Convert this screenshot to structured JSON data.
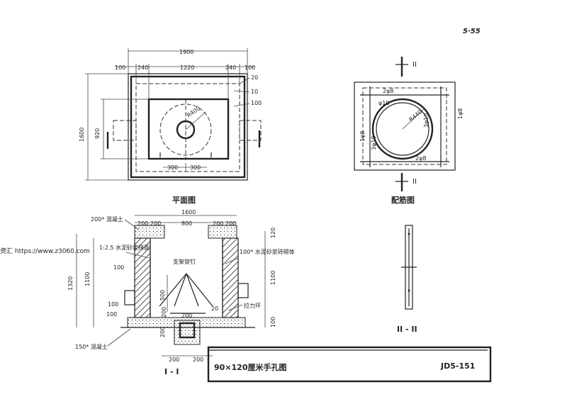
{
  "page_number": "5·55",
  "watermark": "资汇 https://www.z3060.com",
  "title_block": {
    "title": "90×120厘米手孔图",
    "code": "JD5-151"
  },
  "views": {
    "plan": {
      "label": "平面图",
      "dims_top": {
        "total": "1900",
        "a": "100",
        "b": "240",
        "c": "1220",
        "d": "240",
        "e": "100"
      },
      "dims_right": {
        "a": "20",
        "b": "10",
        "c": "100"
      },
      "dims_left": {
        "total": "1600",
        "inner": "920"
      },
      "dims_bottom": {
        "a": "300",
        "b": "300"
      },
      "radius": "R400",
      "section_mark": "I"
    },
    "rebar": {
      "label": "配筋图",
      "section_mark": "II",
      "radius": "R440",
      "labels": {
        "top": "2φ8",
        "bottom": "2φ8",
        "right": "1φ8",
        "left": "1φ8",
        "phi10_a": "φ10",
        "phi10_b": "3φ10",
        "phi10_c": "3φ10"
      }
    },
    "section1": {
      "label": "I - I",
      "dims_top": {
        "total": "1600",
        "inner": "800",
        "wall_l1": "200",
        "wall_l2": "200",
        "wall_r1": "200",
        "wall_r2": "200"
      },
      "dims_left": {
        "total": "1320",
        "mid": "1100",
        "bottom": "100"
      },
      "dims_right": {
        "top": "120",
        "mid": "1100",
        "bottom": "100"
      },
      "dims_inner": {
        "h": "500",
        "bottom": "200",
        "side": "20",
        "base": "200",
        "low_l": "200",
        "low_r": "200",
        "drop": "200"
      },
      "notes": {
        "top_concrete": "200* 混凝土",
        "mortar": "1:2.5 水泥砂浆抹面",
        "left_100": "100",
        "left_100b": "100",
        "wall": "100* 水泥砂浆砖砌体",
        "nails": "支架穿钉",
        "ring": "拉力环",
        "base_concrete": "150* 混凝土"
      }
    },
    "section2": {
      "label": "II - II"
    }
  }
}
